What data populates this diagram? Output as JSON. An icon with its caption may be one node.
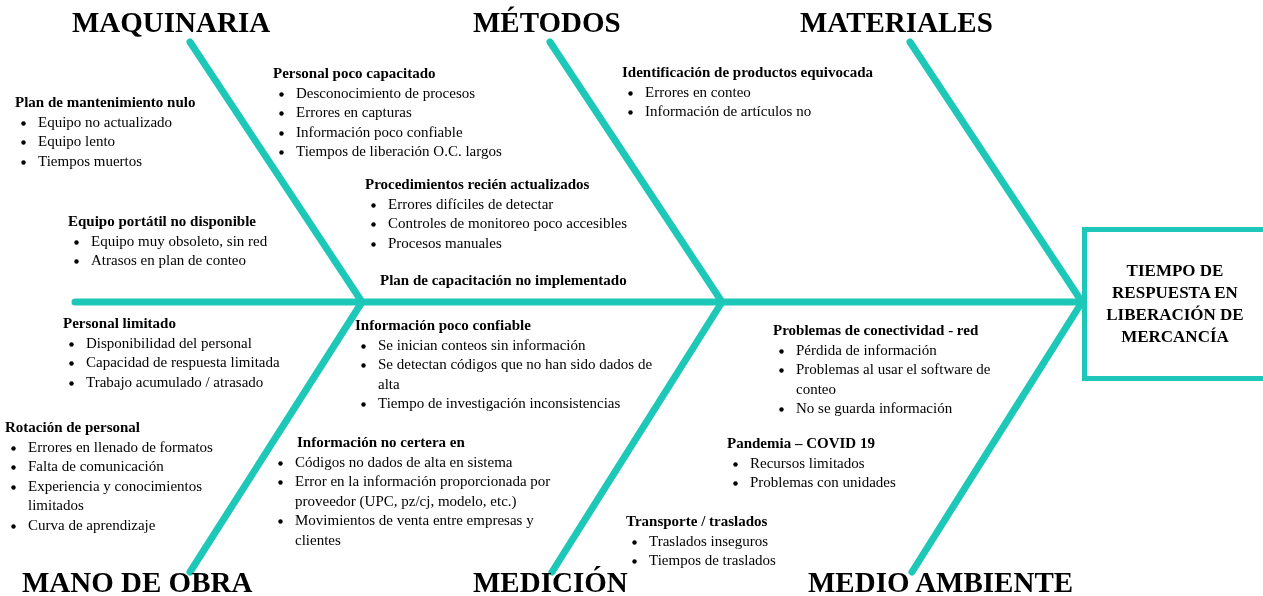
{
  "diagram": {
    "nodes": [
      {
        "text": [
          "MAQUINARIA"
        ]
      },
      {
        "text": [
          "MÉTODOS"
        ]
      },
      {
        "text": [
          "MATERIALES"
        ]
      },
      {
        "text": [
          "MANO DE OBRA"
        ]
      },
      {
        "text": [
          "MEDICIÓN"
        ]
      },
      {
        "text": [
          "MEDIO AMBIENTE"
        ]
      },
      {
        "text": [
          "TIEMPO DE RESPUESTA EN LIBERACIÓN DE MERCANCÍA"
        ]
      }
    ],
    "edges": [
      {
        "from": 0,
        "to": null,
        "arrow": "none"
      },
      {
        "from": 1,
        "to": null,
        "arrow": "none"
      },
      {
        "from": 2,
        "to": 6,
        "arrow": "none"
      },
      {
        "from": 3,
        "to": null,
        "arrow": "none"
      },
      {
        "from": 4,
        "to": null,
        "arrow": "none"
      },
      {
        "from": 5,
        "to": 6,
        "arrow": "none"
      },
      {
        "from": null,
        "to": 6,
        "arrow": "none"
      }
    ],
    "labels": [
      "Identificación de productos equivocada",
      "Errores en conteo",
      "Información de artículos no",
      "Personal poco capacitado",
      "Desconocimiento de procesos",
      "Errores en capturas",
      "Información poco confiable",
      "Tiempos de liberación O.C. largos",
      "Plan de mantenimiento nulo",
      "Equipo no actualizado",
      "Equipo lento",
      "Tiempos muertos",
      "Procedimientos recién actualizados",
      "Errores difíciles de detectar",
      "Controles de monitoreo poco accesibles",
      "Procesos manuales",
      "Equipo portátil no disponible",
      "Equipo muy obsoleto, sin red",
      "Atrasos en plan de conteo",
      "Plan de capacitación no implementado",
      "Personal limitado",
      "Disponibilidad del personal",
      "Capacidad de respuesta limitada",
      "Trabajo acumulado / atrasado",
      "Información poco confiable",
      "Se inician conteos sin información",
      "Se detectan códigos que no han sido dados de alta",
      "Tiempo de investigación inconsistencias",
      "Problemas de conectividad - red",
      "Pérdida de información",
      "Problemas al usar el software de conteo",
      "No se guarda información",
      "Rotación de personal",
      "Errores en llenado de formatos",
      "Falta de comunicación",
      "Experiencia y conocimientos limitados",
      "Curva de aprendizaje",
      "Información no certera en",
      "Códigos no dados de alta en sistema",
      "Error en la información proporcionada por proveedor (UPC, pz/cj, modelo, etc.)",
      "Movimientos de venta entre empresas y clientes",
      "Pandemia – COVID 19",
      "Recursos limitados",
      "Problemas con unidades",
      "Transporte / traslados",
      "Traslados inseguros",
      "Tiempos de traslados"
    ]
  }
}
